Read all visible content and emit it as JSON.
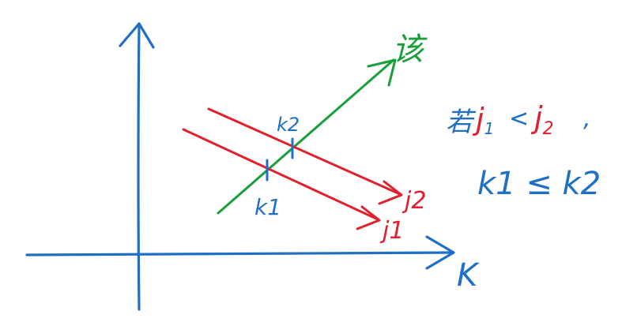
{
  "colors": {
    "axis": "#1f6fc4",
    "blue_ink": "#1f6fc4",
    "red_ink": "#e0202c",
    "green_ink": "#1a9e3a"
  },
  "labels": {
    "x_axis": "K",
    "green_line": "该",
    "red_line_upper": "j2",
    "red_line_lower": "j1",
    "tick_upper": "k2",
    "tick_lower": "k1"
  },
  "note": {
    "line1": {
      "prefix": "若",
      "a": "j",
      "a_sub": "1",
      "lt": "<",
      "b": "j",
      "b_sub": "2",
      "comma": ","
    },
    "line2": "k1 ≤ k2"
  }
}
